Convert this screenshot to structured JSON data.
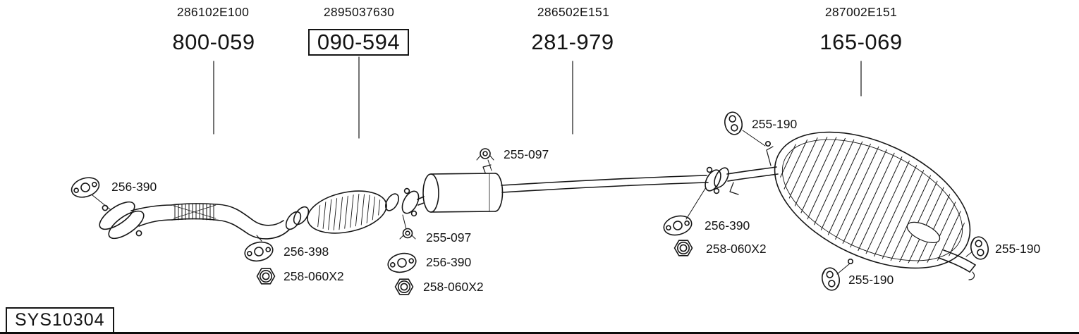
{
  "diagram": {
    "system_id": "SYS10304",
    "assemblies": [
      {
        "oem_ref": "286102E100",
        "part_number": "800-059",
        "component": "front-pipe",
        "highlighted": false
      },
      {
        "oem_ref": "2895037630",
        "part_number": "090-594",
        "component": "catalytic-converter",
        "highlighted": true
      },
      {
        "oem_ref": "286502E151",
        "part_number": "281-979",
        "component": "center-muffler-and-pipe",
        "highlighted": false
      },
      {
        "oem_ref": "287002E151",
        "part_number": "165-069",
        "component": "rear-muffler",
        "highlighted": false
      }
    ],
    "hardware_callouts": [
      {
        "part_number": "256-390",
        "icon": "flange-gasket-icon"
      },
      {
        "part_number": "256-398",
        "icon": "flange-gasket-icon"
      },
      {
        "part_number": "258-060X2",
        "icon": "hex-nut-icon"
      },
      {
        "part_number": "255-097",
        "icon": "pipe-hanger-icon"
      },
      {
        "part_number": "255-097",
        "icon": "pipe-hanger-icon"
      },
      {
        "part_number": "256-390",
        "icon": "flange-gasket-icon"
      },
      {
        "part_number": "258-060X2",
        "icon": "hex-nut-icon"
      },
      {
        "part_number": "256-390",
        "icon": "flange-gasket-icon"
      },
      {
        "part_number": "258-060X2",
        "icon": "hex-nut-icon"
      },
      {
        "part_number": "255-190",
        "icon": "rubber-hanger-icon"
      },
      {
        "part_number": "255-190",
        "icon": "rubber-hanger-icon"
      },
      {
        "part_number": "255-190",
        "icon": "rubber-hanger-icon"
      }
    ],
    "colors": {
      "line": "#161616",
      "background": "#ffffff"
    }
  }
}
